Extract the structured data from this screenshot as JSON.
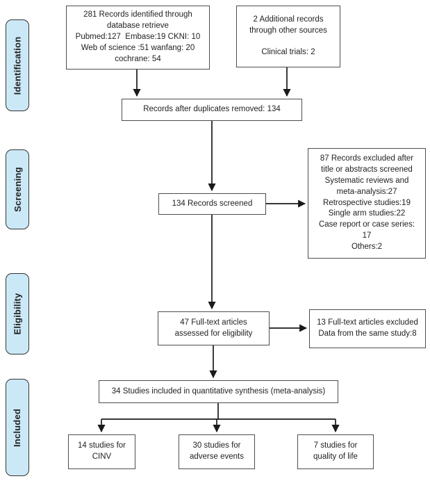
{
  "colors": {
    "stage_fill": "#cbe8f7",
    "stage_border": "#333333",
    "box_border": "#4d4d4d",
    "arrow": "#1a1a1a",
    "background": "#ffffff"
  },
  "sidebar": {
    "stages": [
      {
        "label": "Identification"
      },
      {
        "label": "Screening"
      },
      {
        "label": "Eligibility"
      },
      {
        "label": "Included"
      }
    ]
  },
  "flowchart": {
    "nodes": {
      "records_identified": "281 Records identified through\ndatabase retrieve\nPubmed:127  Embase:19 CKNI: 10\nWeb of science :51 wanfang: 20\ncochrane: 54",
      "additional_records": "2 Additional records\nthrough other sources\n\nClinical trials: 2",
      "duplicates_removed": "Records after duplicates removed: 134",
      "records_screened": "134 Records screened",
      "records_excluded": "87 Records excluded after\ntitle or abstracts screened\nSystematic reviews and\nmeta-analysis:27\nRetrospective studies:19\nSingle arm studies:22\nCase report or case series:\n17\nOthers:2",
      "fulltext_assessed": "47 Full-text articles\nassessed for eligibility",
      "fulltext_excluded": "13 Full-text articles excluded\nData from the same study:8",
      "quantitative_synthesis": "34 Studies included in quantitative synthesis (meta-analysis)",
      "studies_cinv": "14 studies for\nCINV",
      "studies_adverse_events": "30 studies for\nadverse events",
      "studies_quality_of_life": "7 studies for\nquality of life"
    }
  }
}
